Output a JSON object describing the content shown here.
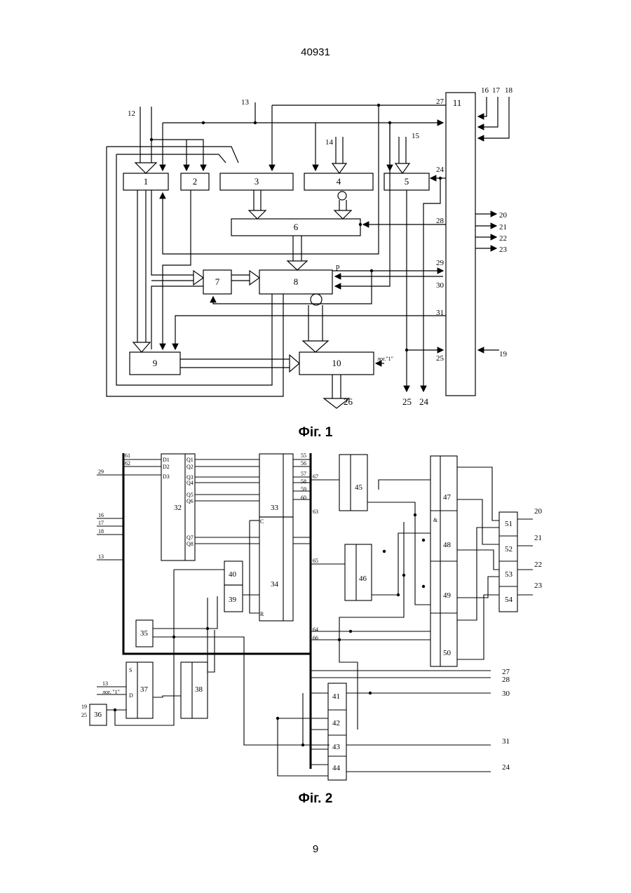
{
  "header": {
    "doc_number": "40931"
  },
  "footer": {
    "page_number": "9"
  },
  "figures": {
    "fig1": {
      "caption": "Фіг. 1",
      "blocks": [
        "1",
        "2",
        "3",
        "4",
        "5",
        "6",
        "7",
        "8",
        "9",
        "10",
        "11"
      ],
      "lines": [
        "12",
        "13",
        "14",
        "15",
        "16",
        "17",
        "18",
        "19",
        "20",
        "21",
        "22",
        "23",
        "24",
        "25",
        "26",
        "27",
        "28",
        "29",
        "30",
        "31",
        "24",
        "25"
      ],
      "annotations": [
        "р",
        "лог.\"1\""
      ]
    },
    "fig2": {
      "caption": "Фіг. 2",
      "blocks": [
        "32",
        "33",
        "34",
        "35",
        "36",
        "37",
        "38",
        "39",
        "40",
        "41",
        "42",
        "43",
        "44",
        "45",
        "46",
        "47",
        "48",
        "49",
        "50",
        "51",
        "52",
        "53",
        "54"
      ],
      "pins": [
        "D1",
        "D2",
        "D3",
        "Q1",
        "Q2",
        "Q3",
        "Q4",
        "Q5",
        "Q6",
        "Q7",
        "Q8",
        "C",
        "R",
        "S",
        "D",
        "&"
      ],
      "bus_numbers": [
        "55",
        "56",
        "57",
        "58",
        "59",
        "60",
        "61",
        "62",
        "63",
        "64",
        "65",
        "66",
        "67"
      ],
      "inputs": [
        "29",
        "16",
        "17",
        "18",
        "13",
        "19",
        "25",
        "13"
      ],
      "outputs": [
        "20",
        "21",
        "22",
        "23",
        "27",
        "28",
        "30",
        "31",
        "24"
      ],
      "annotations": [
        "лог. \"1\""
      ]
    }
  }
}
